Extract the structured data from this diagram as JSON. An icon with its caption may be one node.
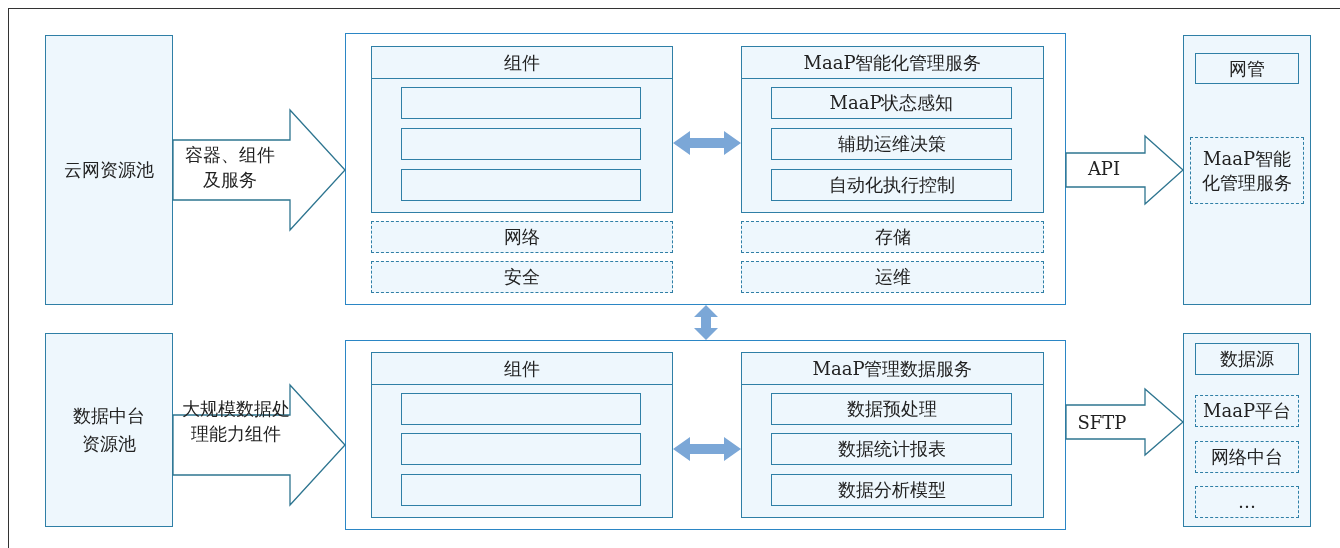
{
  "diagram": {
    "nodes": [
      {
        "text": [
          "云网资源池"
        ]
      },
      {
        "text": [
          "数据中台资源池"
        ]
      },
      {
        "text": [],
        "shape": "box"
      },
      {
        "text": [
          "组件"
        ],
        "in": 2
      },
      {
        "text": [],
        "shape": "box",
        "in": 3
      },
      {
        "text": [],
        "shape": "box",
        "in": 3
      },
      {
        "text": [],
        "shape": "box",
        "in": 3
      },
      {
        "text": [
          "MaaP智能化管理服务"
        ],
        "in": 2
      },
      {
        "text": [
          "MaaP状态感知"
        ],
        "in": 7
      },
      {
        "text": [
          "辅助运维决策"
        ],
        "in": 7
      },
      {
        "text": [
          "自动化执行控制"
        ],
        "in": 7
      },
      {
        "text": [
          "网络"
        ],
        "in": 2
      },
      {
        "text": [
          "安全"
        ],
        "in": 2
      },
      {
        "text": [
          "存储"
        ],
        "in": 2
      },
      {
        "text": [
          "运维"
        ],
        "in": 2
      },
      {
        "text": [],
        "shape": "box"
      },
      {
        "text": [
          "组件"
        ],
        "in": 15
      },
      {
        "text": [],
        "shape": "box",
        "in": 16
      },
      {
        "text": [],
        "shape": "box",
        "in": 16
      },
      {
        "text": [],
        "shape": "box",
        "in": 16
      },
      {
        "text": [
          "MaaP管理数据服务"
        ],
        "in": 15
      },
      {
        "text": [
          "数据预处理"
        ],
        "in": 20
      },
      {
        "text": [
          "数据统计报表"
        ],
        "in": 20
      },
      {
        "text": [
          "数据分析模型"
        ],
        "in": 20
      },
      {
        "text": [],
        "shape": "box"
      },
      {
        "text": [
          "网管"
        ],
        "in": 24
      },
      {
        "text": [
          "MaaP智能化管理服务"
        ],
        "in": 24
      },
      {
        "text": [],
        "shape": "box"
      },
      {
        "text": [
          "数据源"
        ],
        "in": 27
      },
      {
        "text": [
          "MaaP平台"
        ],
        "in": 27
      },
      {
        "text": [
          "网络中台"
        ],
        "in": 27
      },
      {
        "text": [
          "…"
        ],
        "in": 27
      }
    ],
    "edges": [
      {
        "from": 0,
        "to": 2,
        "arrow": "to",
        "label": "容器、组件及服务"
      },
      {
        "from": 1,
        "to": 15,
        "arrow": "to",
        "label": "大规模数据处理能力组件"
      },
      {
        "from": 3,
        "to": 7,
        "arrow": "both"
      },
      {
        "from": 2,
        "to": 15,
        "arrow": "both"
      },
      {
        "from": 16,
        "to": 20,
        "arrow": "both"
      },
      {
        "from": 2,
        "to": 24,
        "arrow": "to",
        "label": "API"
      },
      {
        "from": 15,
        "to": 27,
        "arrow": "to",
        "label": "SFTP"
      }
    ]
  }
}
